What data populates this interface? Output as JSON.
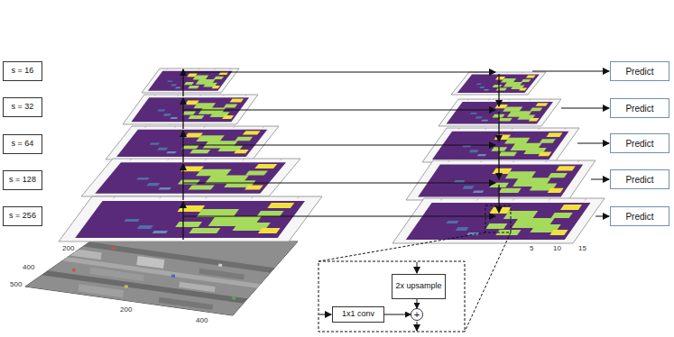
{
  "diagram": {
    "nodes": [
      {
        "text": [
          "s = 16"
        ]
      },
      {
        "text": [
          "s = 32"
        ]
      },
      {
        "text": [
          "s = 64"
        ]
      },
      {
        "text": [
          "s = 128"
        ]
      },
      {
        "text": [
          "s = 256"
        ]
      },
      {
        "text": [
          "Predict"
        ]
      },
      {
        "text": [
          "Predict"
        ]
      },
      {
        "text": [
          "Predict"
        ]
      },
      {
        "text": [
          "Predict"
        ]
      },
      {
        "text": [
          "Predict"
        ]
      },
      {
        "text": [
          "2x upsample"
        ]
      },
      {
        "text": [
          "1x1 conv"
        ]
      },
      {
        "text": [
          "+"
        ]
      }
    ],
    "edges": [
      {
        "from": 11,
        "to": 12,
        "arrow": "to"
      },
      {
        "from": 10,
        "to": 12,
        "arrow": "to"
      }
    ],
    "labels": [
      "200",
      "400",
      "500",
      "200",
      "400",
      "5",
      "10",
      "15"
    ]
  }
}
